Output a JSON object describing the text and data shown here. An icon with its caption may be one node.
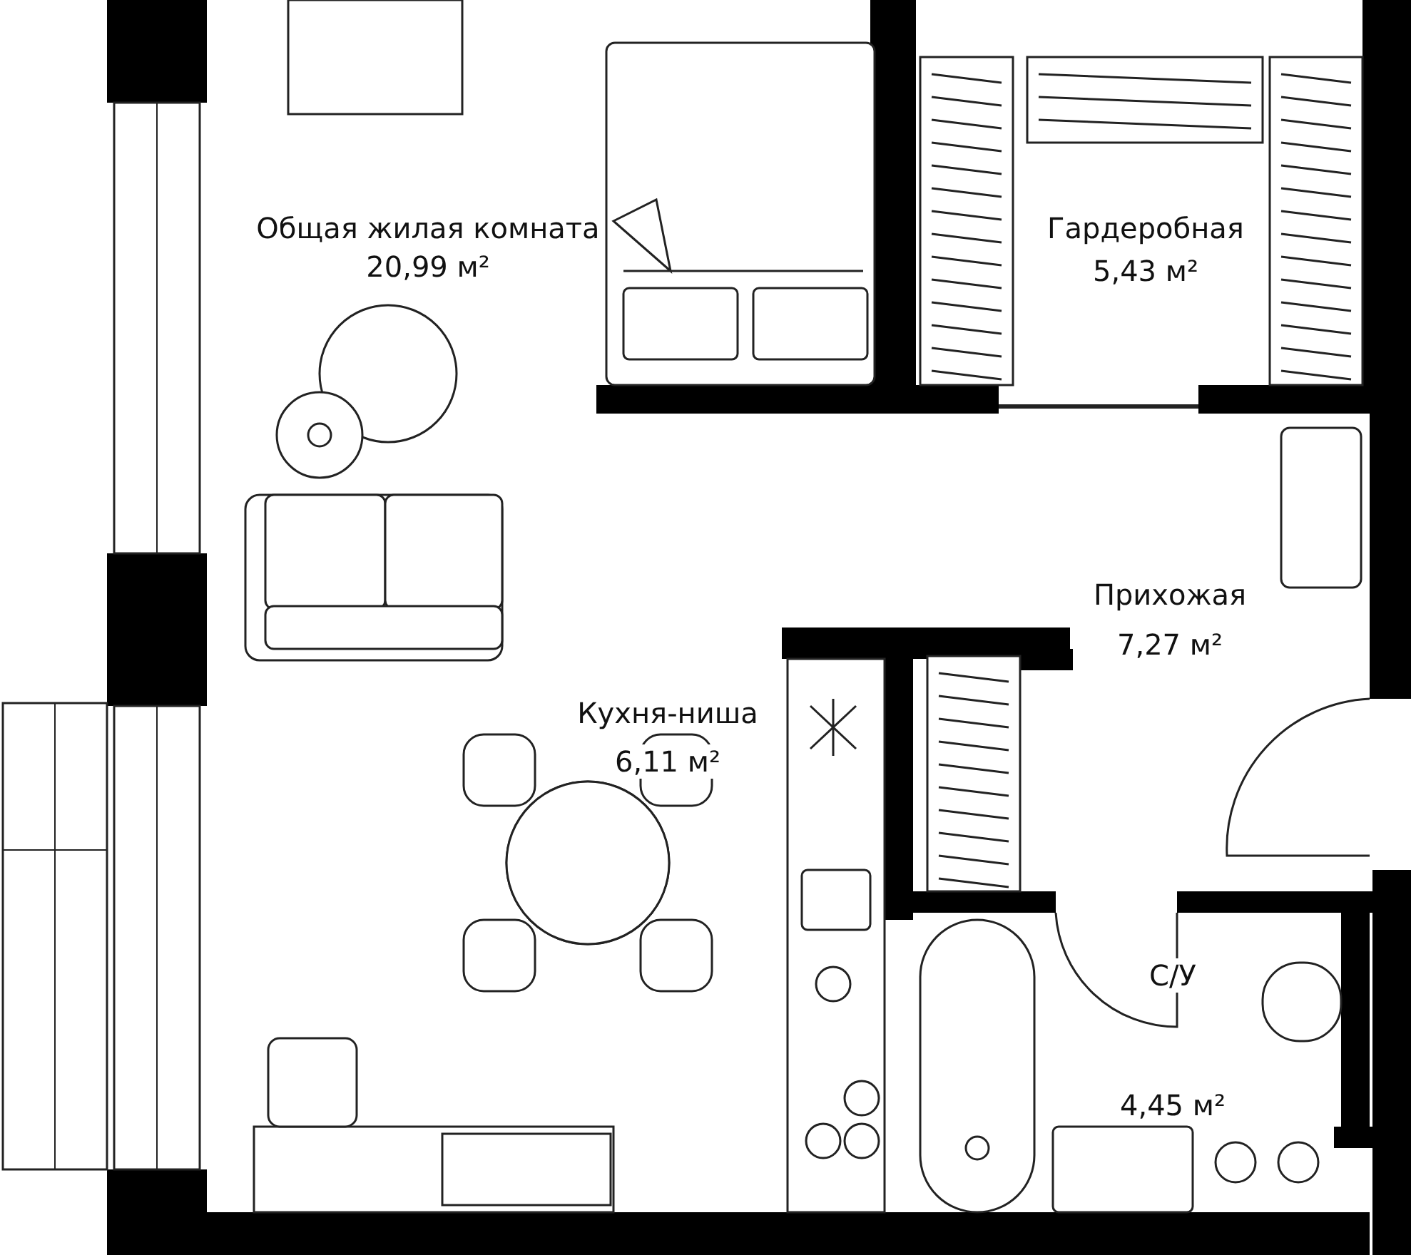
{
  "diagram": {
    "labels": [
      "Общая жилая комната",
      "20,99 м²",
      "Гардеробная",
      "5,43 м²",
      "Прихожая",
      "7,27 м²",
      "Кухня-ниша",
      "6,11 м²",
      "С/У",
      "4,45 м²"
    ]
  }
}
